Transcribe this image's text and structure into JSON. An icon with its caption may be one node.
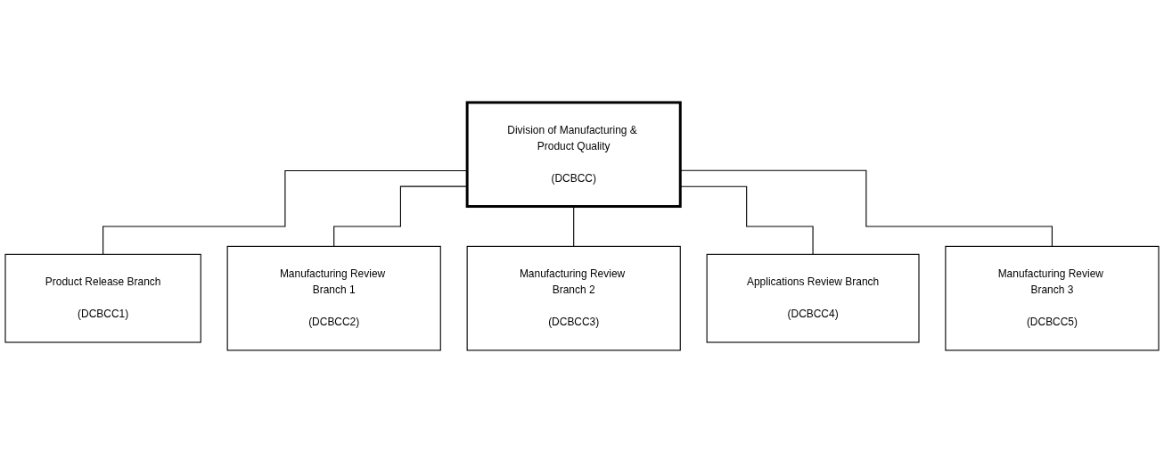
{
  "diagram": {
    "nodes": [
      {
        "text": [
          "Division of Manufacturing & Product Quality",
          "(DCBCC)"
        ]
      },
      {
        "text": [
          "Product Release Branch",
          "(DCBCC1)"
        ]
      },
      {
        "text": [
          "Manufacturing Review Branch 1",
          "(DCBCC2)"
        ]
      },
      {
        "text": [
          "Manufacturing Review Branch 2",
          "(DCBCC3)"
        ]
      },
      {
        "text": [
          "Applications Review Branch",
          "(DCBCC4)"
        ]
      },
      {
        "text": [
          "Manufacturing Review Branch 3",
          "(DCBCC5)"
        ]
      }
    ],
    "edges": [
      {
        "from": 0,
        "to": 1,
        "arrow": "none"
      },
      {
        "from": 0,
        "to": 2,
        "arrow": "none"
      },
      {
        "from": 0,
        "to": 3,
        "arrow": "none"
      },
      {
        "from": 0,
        "to": 4,
        "arrow": "none"
      },
      {
        "from": 0,
        "to": 5,
        "arrow": "none"
      }
    ]
  }
}
